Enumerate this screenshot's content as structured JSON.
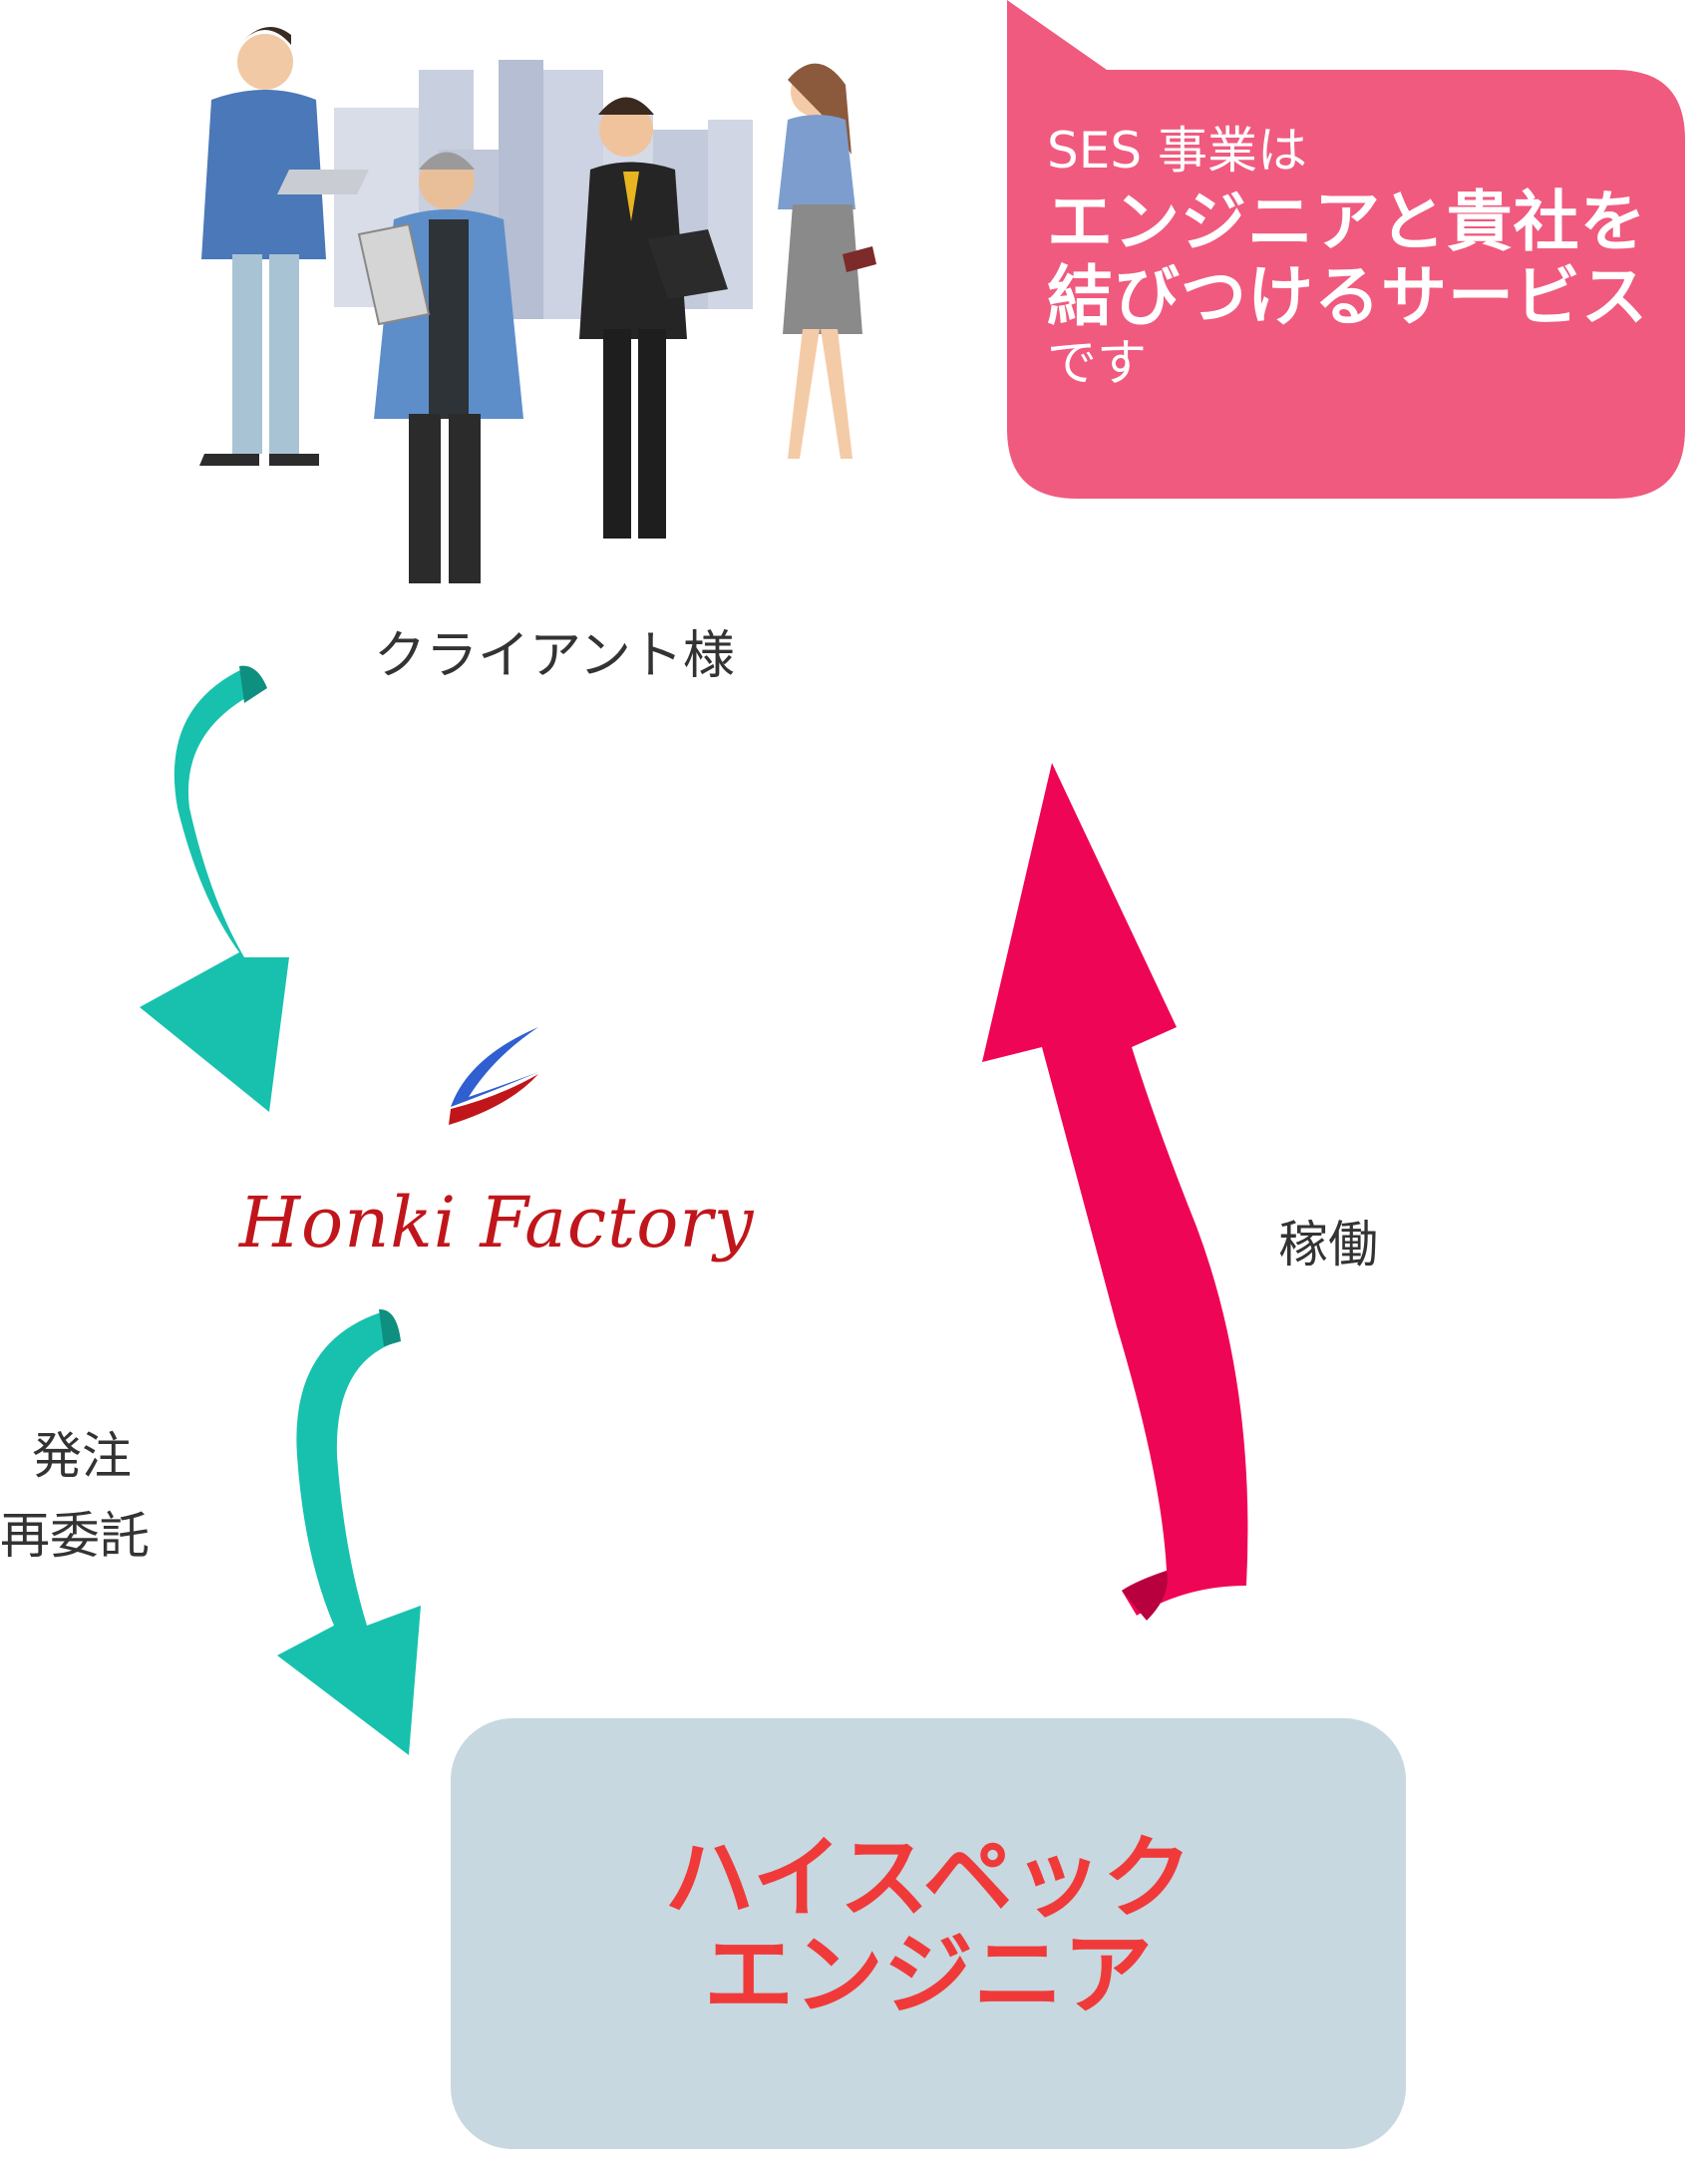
{
  "bubble": {
    "line1": "SES 事業は",
    "line2": "エンジニアと貴社を",
    "line3": "結びつけるサービス",
    "line4": "です"
  },
  "client_label": "クライアント様",
  "logo_text": "Honki Factory",
  "order_label_1": "発注",
  "order_label_2": "再委託",
  "work_label": "稼働",
  "engineer_line1": "ハイスペック",
  "engineer_line2": "エンジニア",
  "colors": {
    "bubble": "#f05a7e",
    "teal_arrow": "#17c1ad",
    "red_arrow": "#ef0555",
    "engineer_box": "#c7d8e0",
    "engineer_text": "#f03a3a",
    "logo": "#c0161b"
  }
}
